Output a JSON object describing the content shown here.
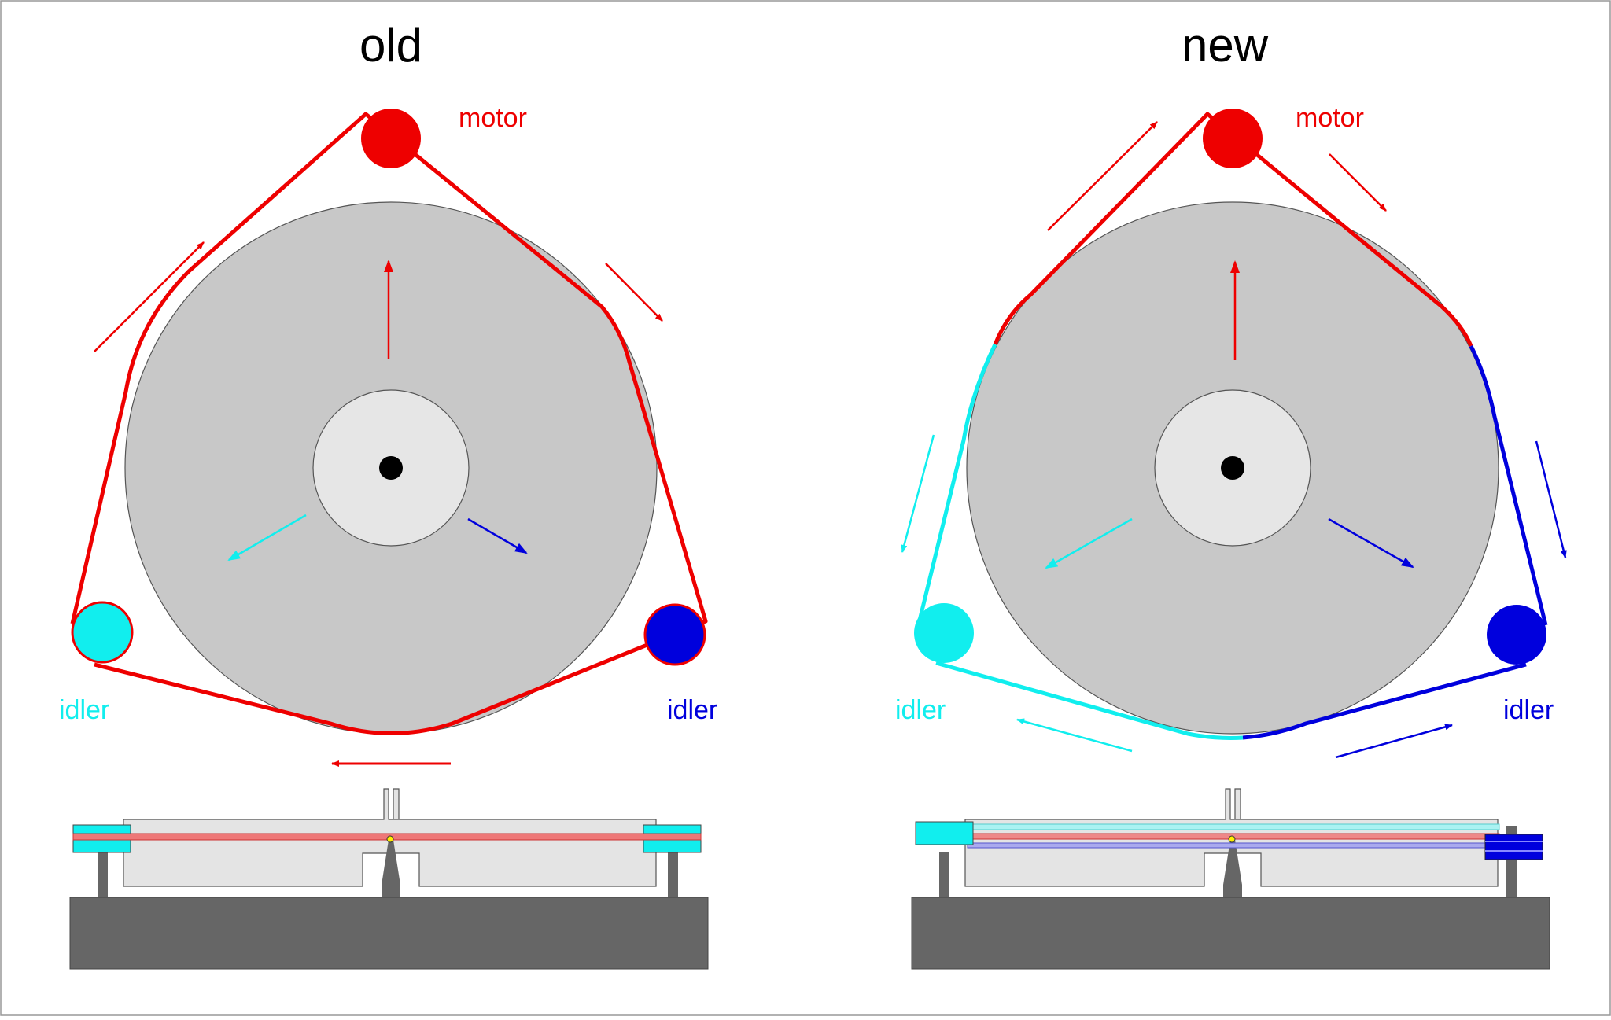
{
  "panels": [
    {
      "title": "old",
      "motor_label": "motor",
      "idler_left_label": "idler",
      "idler_right_label": "idler"
    },
    {
      "title": "new",
      "motor_label": "motor",
      "idler_left_label": "idler",
      "idler_right_label": "idler"
    }
  ],
  "colors": {
    "belt_red": "#ee0000",
    "belt_cyan": "#11eeee",
    "belt_blue": "#0000dd",
    "platter": "#c8c8c8",
    "hub": "#e6e6e6",
    "base": "#666666",
    "platter_cross_section": "#e4e4e4"
  }
}
